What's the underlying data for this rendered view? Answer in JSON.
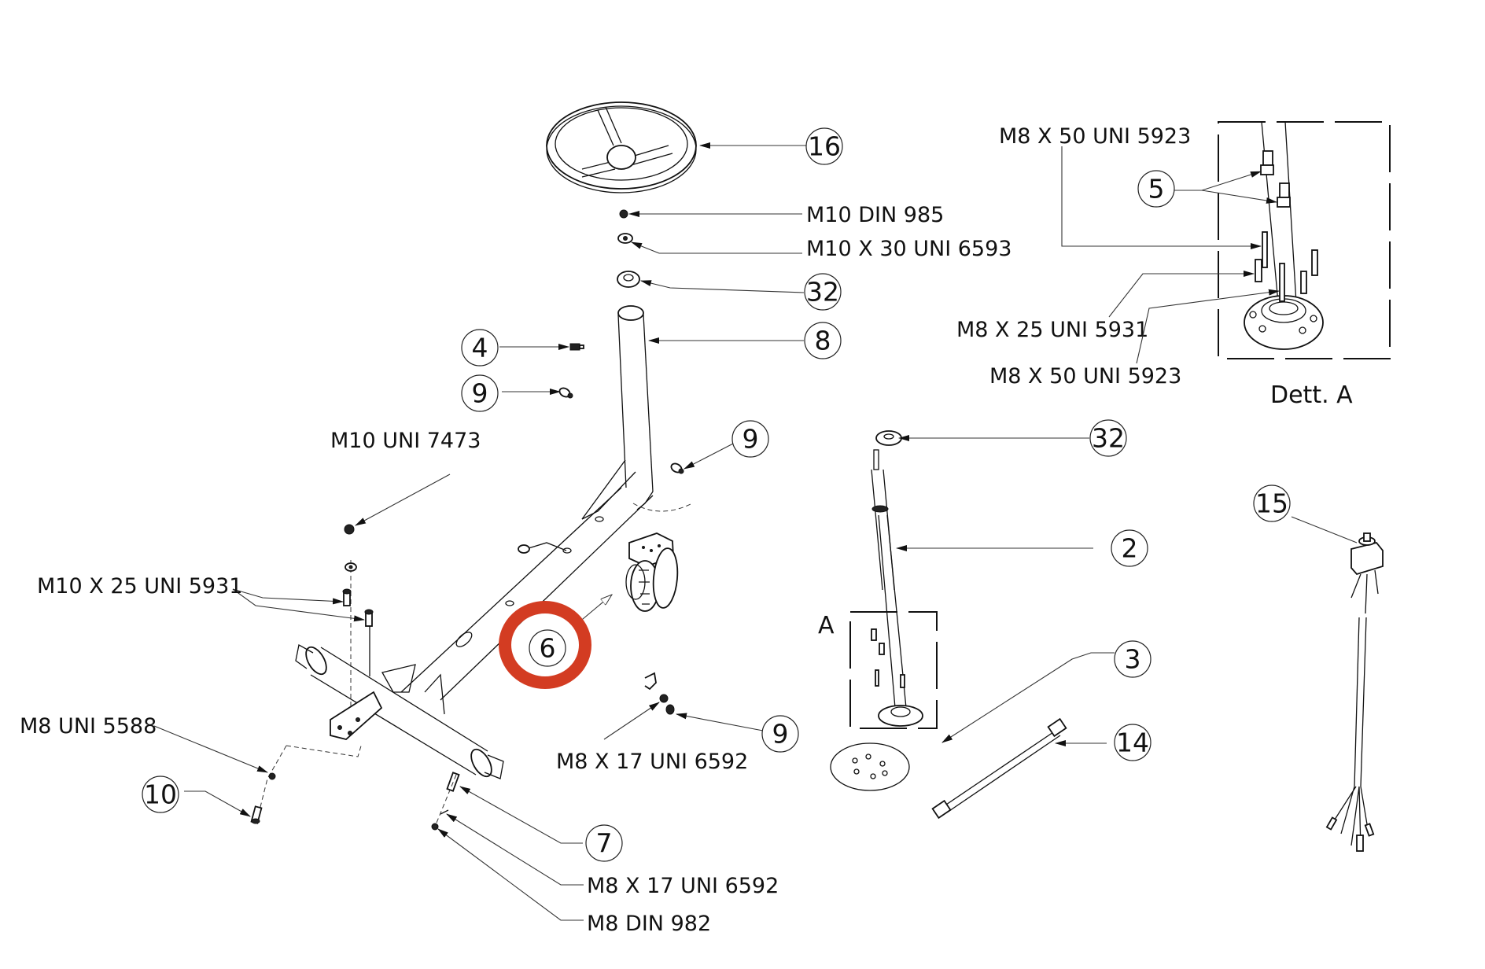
{
  "drawing": {
    "highlight_color": "#d33c22",
    "highlighted_item": "6",
    "detail_view_marker": "A",
    "detail_view_title": "Dett. A"
  },
  "balloons": {
    "b16": "16",
    "b32_top": "32",
    "b8": "8",
    "b4": "4",
    "b9_left": "9",
    "b9_mid": "9",
    "b6": "6",
    "b9_bottom": "9",
    "b10": "10",
    "b7": "7",
    "b5": "5",
    "b32_right": "32",
    "b2": "2",
    "b3": "3",
    "b14": "14",
    "b15": "15"
  },
  "labels": {
    "m10_din_985": "M10 DIN 985",
    "m10x30_uni_6593": "M10 X 30 UNI 6593",
    "m10_uni_7473": "M10 UNI 7473",
    "m10x25_uni_5931": "M10 X 25 UNI 5931",
    "m8_uni_5588": "M8 UNI 5588",
    "m8x17_uni_6592_mid": "M8 X 17 UNI 6592",
    "m8x17_uni_6592_bottom": "M8 X 17 UNI 6592",
    "m8_din_982": "M8 DIN 982",
    "m8x50_uni_5923_top": "M8 X 50 UNI 5923",
    "m8x25_uni_5931": "M8 X 25 UNI 5931",
    "m8x50_uni_5923_bottom": "M8 X 50 UNI 5923"
  }
}
